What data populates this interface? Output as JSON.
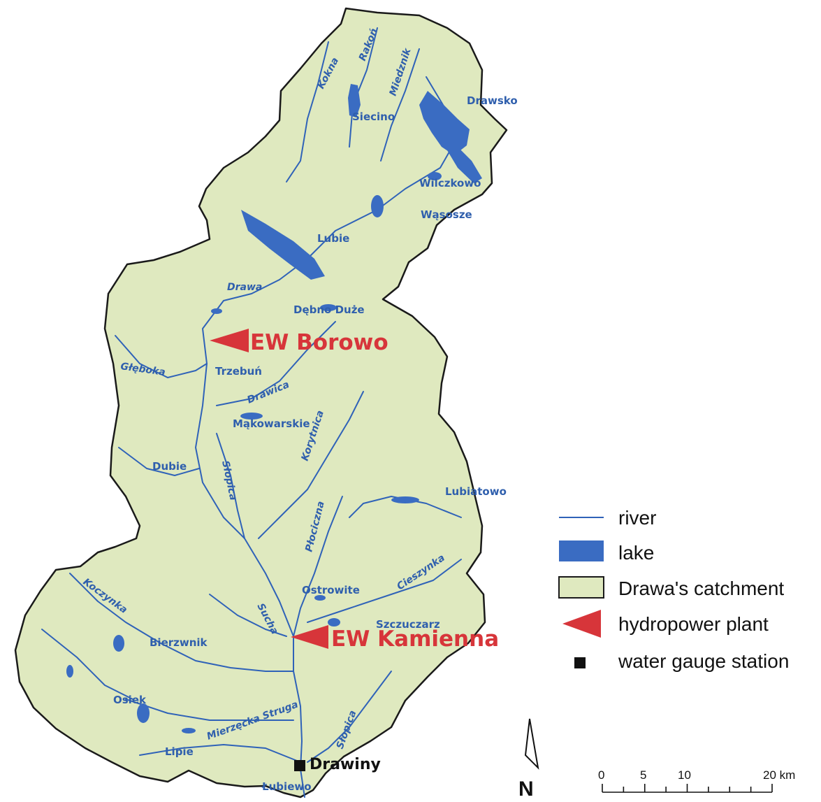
{
  "colors": {
    "catchment_fill": "#dfe9bf",
    "catchment_border": "#1a1a1a",
    "river": "#2f62b8",
    "lake": "#3a6cc2",
    "label_blue": "#2f5fad",
    "plant_red": "#d7353a",
    "station_black": "#111111"
  },
  "lakes": [
    {
      "label": "Siecino"
    },
    {
      "label": "Drawsko"
    },
    {
      "label": "Wilczkowo"
    },
    {
      "label": "Wąsosze"
    },
    {
      "label": "Lubie"
    },
    {
      "label": "Dębno Duże"
    },
    {
      "label": "Trzebuń"
    },
    {
      "label": "Mąkowarskie"
    },
    {
      "label": "Dubie"
    },
    {
      "label": "Lubiatowo"
    },
    {
      "label": "Ostrowite"
    },
    {
      "label": "Szczuczarz"
    },
    {
      "label": "Bierzwnik"
    },
    {
      "label": "Osiek"
    },
    {
      "label": "Lipie"
    },
    {
      "label": "Łubiewo"
    }
  ],
  "rivers": [
    {
      "label": "Kokna"
    },
    {
      "label": "Rakoń"
    },
    {
      "label": "Miedznik"
    },
    {
      "label": "Drawa"
    },
    {
      "label": "Głęboka"
    },
    {
      "label": "Drawica"
    },
    {
      "label": "Korytnica"
    },
    {
      "label": "Słopica"
    },
    {
      "label": "Płociczna"
    },
    {
      "label": "Cieszynka"
    },
    {
      "label": "Koczynka"
    },
    {
      "label": "Sucha"
    },
    {
      "label": "Mierzęcka Struga"
    },
    {
      "label": "Słopica"
    }
  ],
  "hydropower_plants": [
    {
      "label": "EW Borowo"
    },
    {
      "label": "EW Kamienna"
    }
  ],
  "station": {
    "label": "Drawiny"
  },
  "legend": [
    {
      "symbol": "river",
      "label": "river"
    },
    {
      "symbol": "lake",
      "label": "lake"
    },
    {
      "symbol": "catchment",
      "label": "Drawa's catchment"
    },
    {
      "symbol": "plant",
      "label": "hydropower plant"
    },
    {
      "symbol": "station",
      "label": "water gauge station"
    }
  ],
  "scale_bar": {
    "ticks": [
      "0",
      "5",
      "10",
      "20 km"
    ],
    "tick_values_km": [
      0,
      5,
      10,
      20
    ]
  },
  "north_arrow": {
    "label": "N"
  }
}
